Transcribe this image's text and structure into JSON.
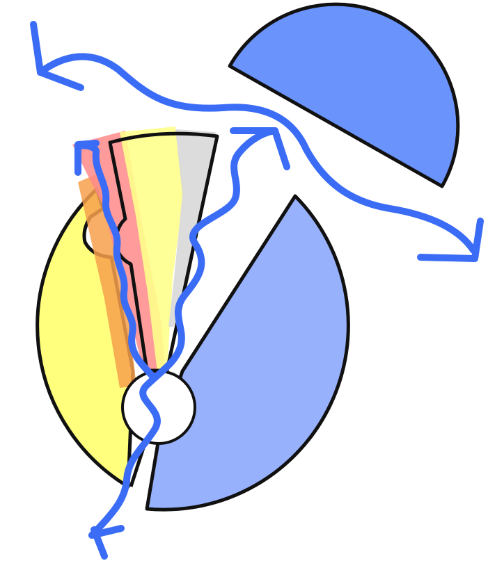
{
  "palette": {
    "background": "#ffffff",
    "outline": "#111111",
    "yellow_sector": "#ffff7d",
    "blue_sector_main": "#97b1fc",
    "blue_semicircle": "#6b93fc",
    "flow_lines": "#3b6cf6",
    "highlight_pink": "#ff8a8a",
    "highlight_orange": "#f7a04b",
    "highlight_yellow": "#ffff8c",
    "highlight_gray": "#dadada"
  },
  "shapes": [
    {
      "name": "yellow-sector",
      "kind": "sector",
      "fill": "yellow_sector"
    },
    {
      "name": "blue-sector",
      "kind": "sector",
      "fill": "blue_sector_main"
    },
    {
      "name": "blue-semicircle",
      "kind": "semicircle",
      "fill": "blue_semicircle"
    },
    {
      "name": "center-hole",
      "kind": "circle",
      "fill": "background"
    },
    {
      "name": "highlight-bands",
      "kind": "wedge-bands",
      "count": 4
    }
  ],
  "flows": [
    {
      "name": "upper-wave-arrow",
      "arrowheads": 2
    },
    {
      "name": "vertical-wave-arrow",
      "arrowheads": 2
    },
    {
      "name": "left-wave-arrow",
      "arrowheads": 1
    }
  ],
  "text_labels": []
}
